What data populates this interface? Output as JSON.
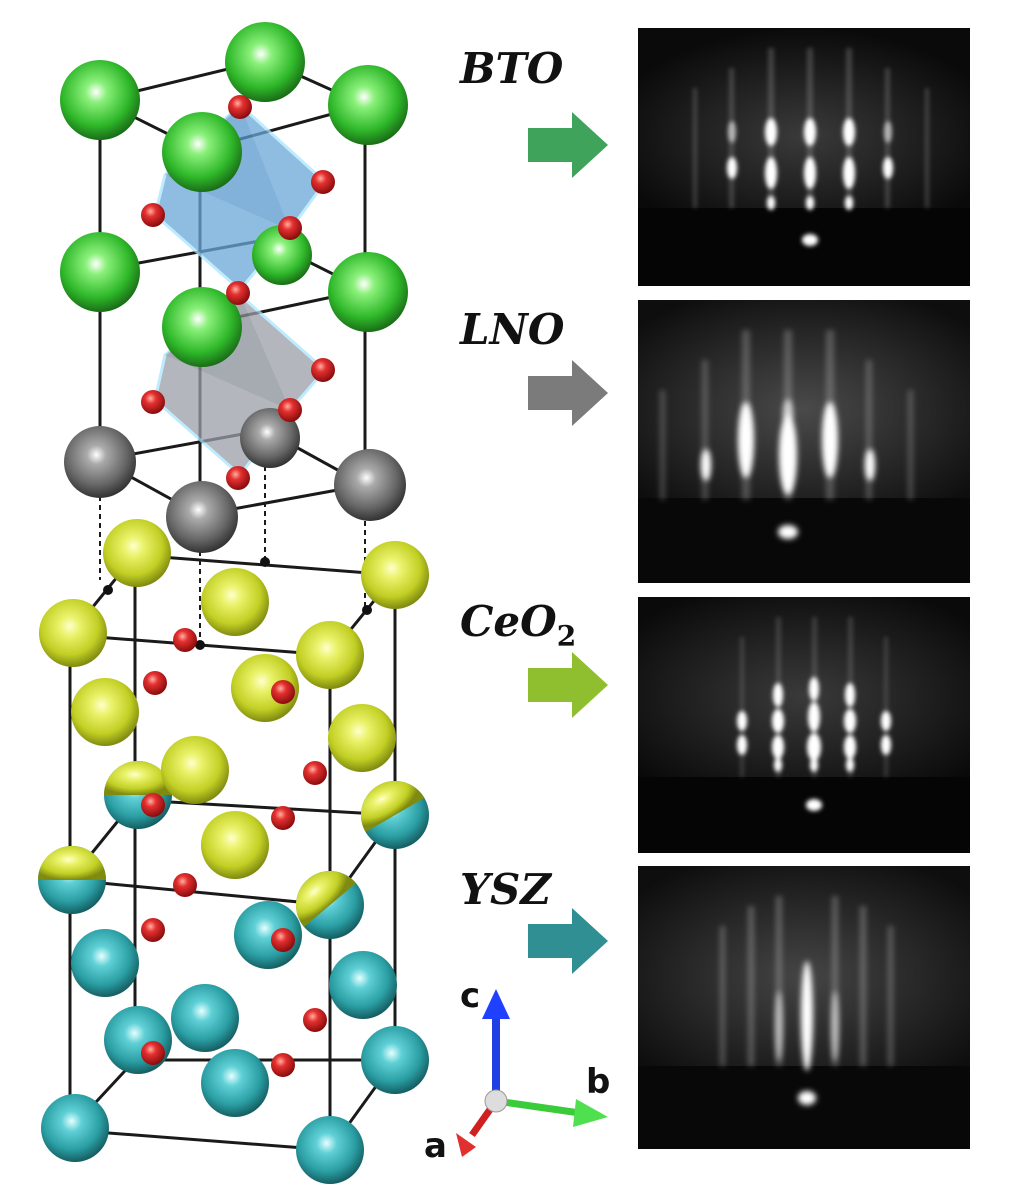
{
  "layers": [
    {
      "id": "bto",
      "label": "BTO",
      "color": "#3fa35c"
    },
    {
      "id": "lno",
      "label": "LNO",
      "color": "#7b7b7b"
    },
    {
      "id": "ceo2",
      "label": "CeO",
      "subscript": "2",
      "color": "#8fbf2e"
    },
    {
      "id": "ysz",
      "label": "YSZ",
      "color": "#2f8f93"
    }
  ],
  "axes": {
    "c": "c",
    "b": "b",
    "a": "a"
  },
  "atom_colors": {
    "ba": "#2fb82a",
    "ni": "#6b6b6b",
    "ce": "#c9d62a",
    "zr": "#2a9ea3",
    "o": "#d42020",
    "oct_blue": "#6aa6d8",
    "oct_gray": "#9aa0a8"
  }
}
